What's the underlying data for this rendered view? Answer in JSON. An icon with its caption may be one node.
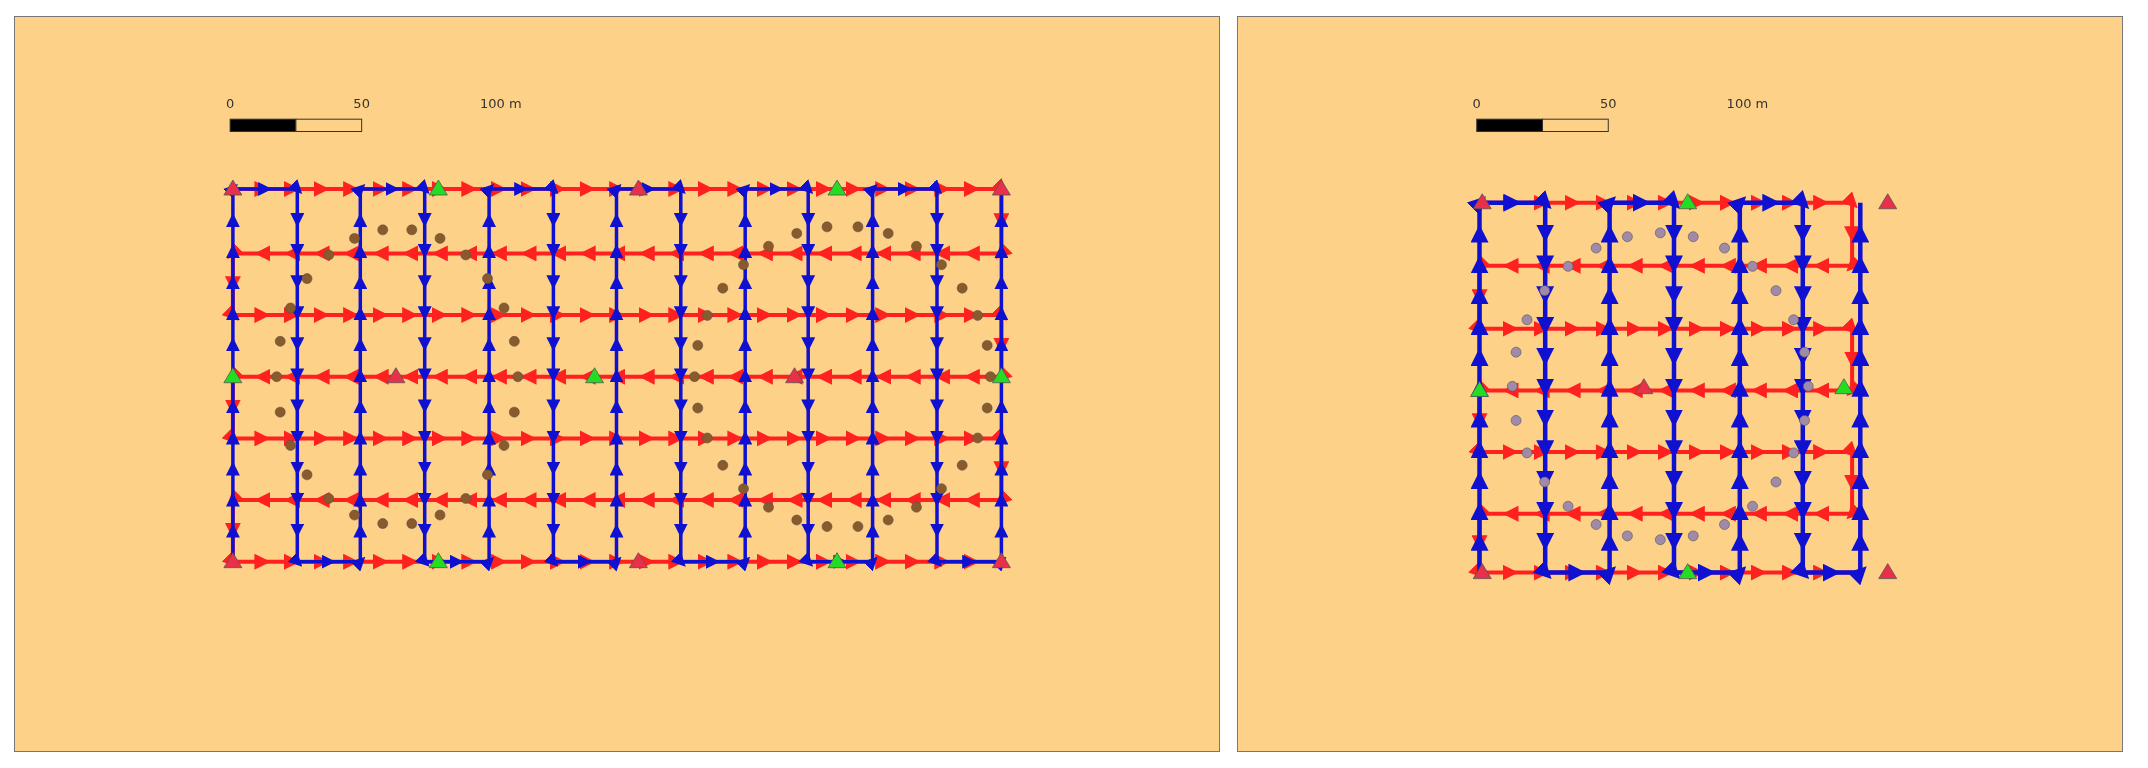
{
  "diagram": {
    "labels": [
      "0",
      "50",
      "100 m",
      "0",
      "50",
      "100 m"
    ]
  }
}
